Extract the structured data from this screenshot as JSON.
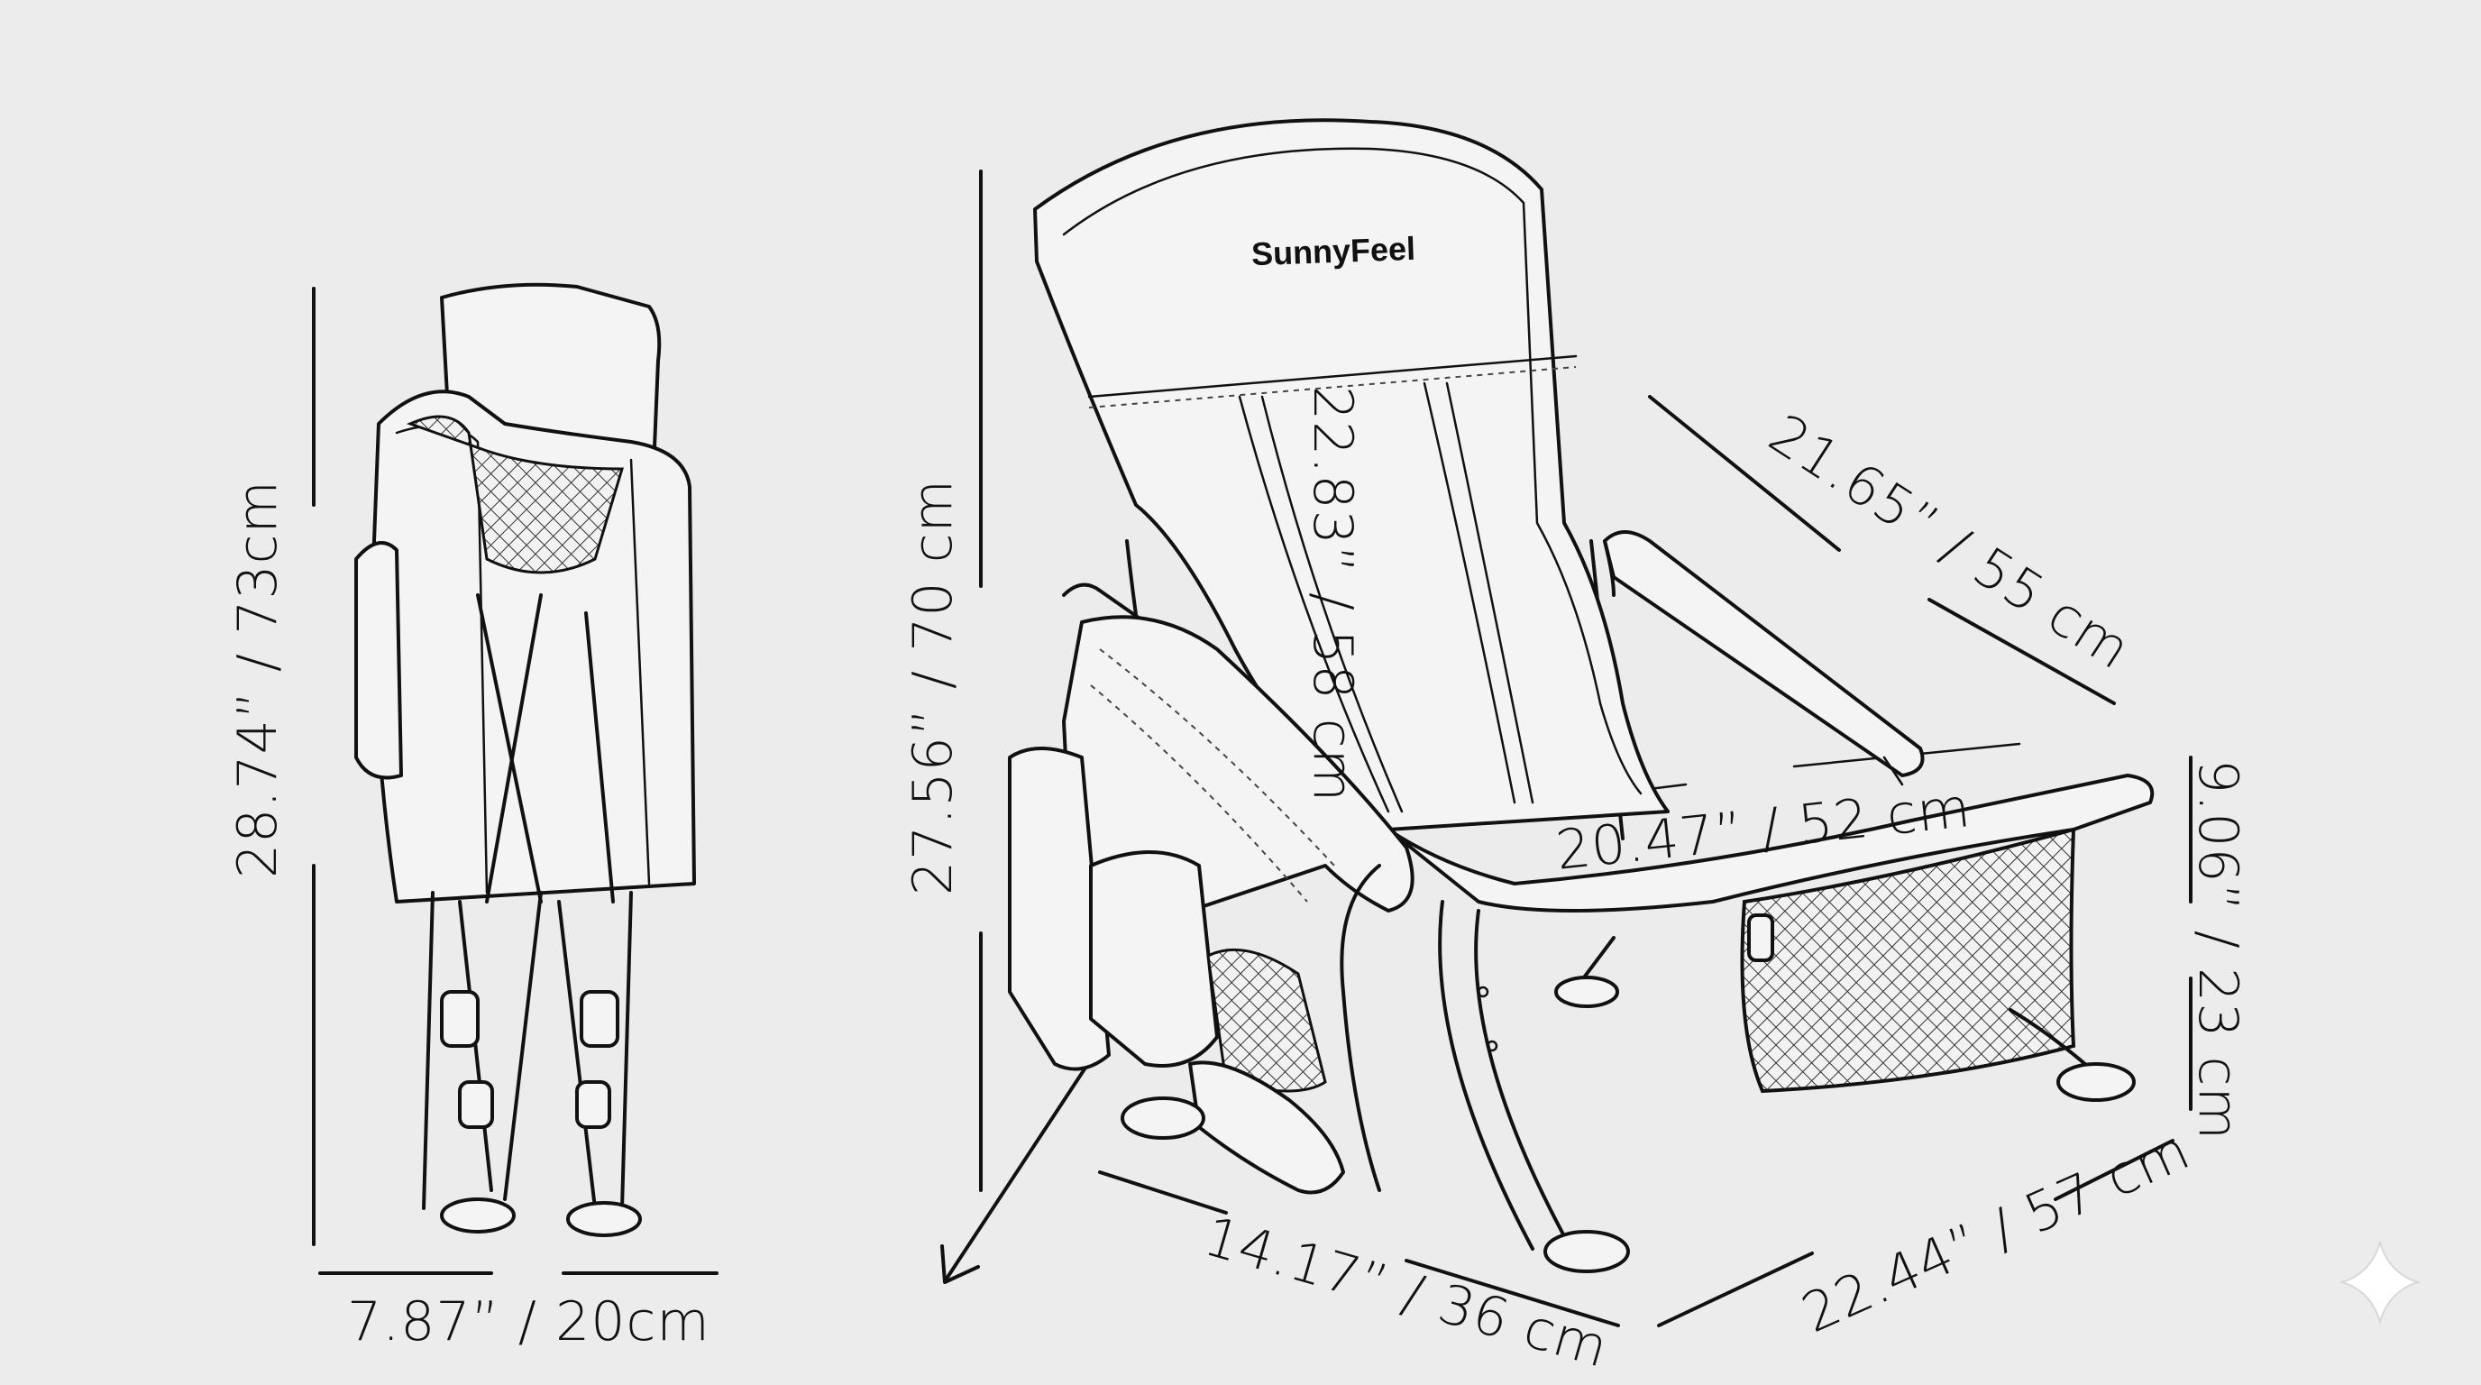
{
  "brand": "SunnyFeel",
  "dimensions": {
    "folded_height": "28.74” / 73cm",
    "folded_width": "7.87” / 20cm",
    "total_height": "27.56” / 70 cm",
    "backrest_height": "22.83” / 58 cm",
    "armrest_length": "21.65” / 55 cm",
    "seat_width": "20.47” / 52 cm",
    "seat_height": "9.06” / 23 cm",
    "seat_depth": "14.17” / 36 cm",
    "total_width": "22.44” / 57 cm"
  },
  "colors": {
    "background": "#ececec",
    "line": "#111111"
  },
  "icons": [
    "sparkle-icon"
  ]
}
